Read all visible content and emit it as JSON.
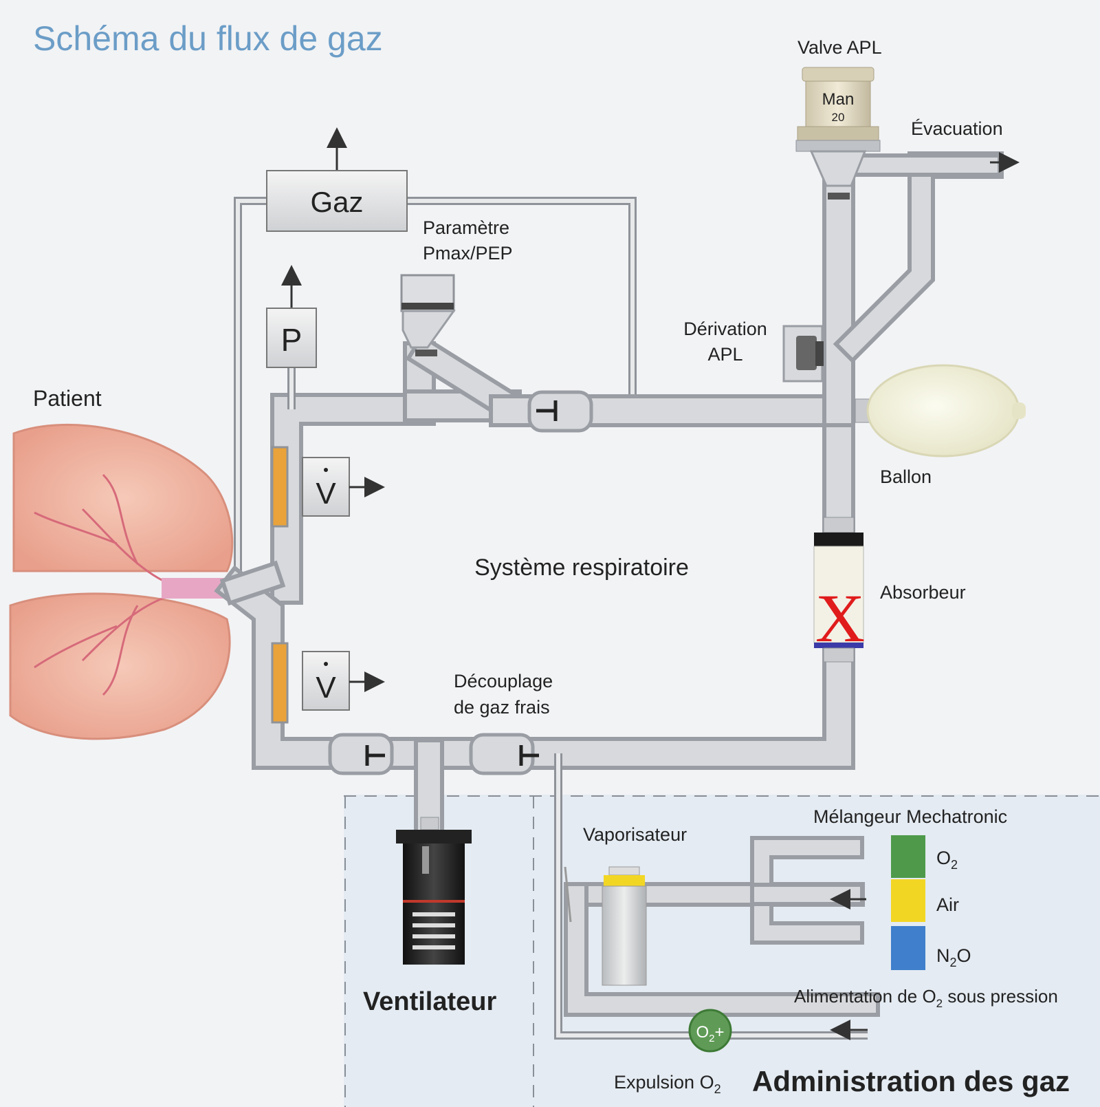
{
  "title": "Schéma du flux de gaz",
  "labels": {
    "valve_apl": "Valve APL",
    "valve_man": "Man",
    "valve_20": "20",
    "evacuation": "Évacuation",
    "gaz": "Gaz",
    "parametre_line1": "Paramètre",
    "parametre_line2": "Pmax/PEP",
    "p_box": "P",
    "derivation_line1": "Dérivation",
    "derivation_line2": "APL",
    "patient": "Patient",
    "ballon": "Ballon",
    "v_box_upper": "V",
    "v_box_lower": "V",
    "systeme": "Système respiratoire",
    "absorbeur": "Absorbeur",
    "absorbeur_mark": "X",
    "decouplage_line1": "Découplage",
    "decouplage_line2": "de gaz frais",
    "melangeur": "Mélangeur Mechatronic",
    "vaporisateur": "Vaporisateur",
    "gas_o2": "O",
    "gas_o2_sub": "2",
    "gas_air": "Air",
    "gas_n2o_a": "N",
    "gas_n2o_sub": "2",
    "gas_n2o_b": "O",
    "ventilateur": "Ventilateur",
    "alimentation_a": "Alimentation de O",
    "alimentation_sub": "2",
    "alimentation_b": " sous pression",
    "o2plus_a": "O",
    "o2plus_sub": "2",
    "o2plus_b": "+",
    "expulsion_a": "Expulsion O",
    "expulsion_sub": "2",
    "administration": "Administration des gaz"
  },
  "colors": {
    "title": "#6b9dc7",
    "o2": "#4e9a4a",
    "air": "#f2d624",
    "n2o": "#3f7fcc",
    "absorbeur_mark": "#e01b1b",
    "o2_button": "#5f9b56"
  }
}
